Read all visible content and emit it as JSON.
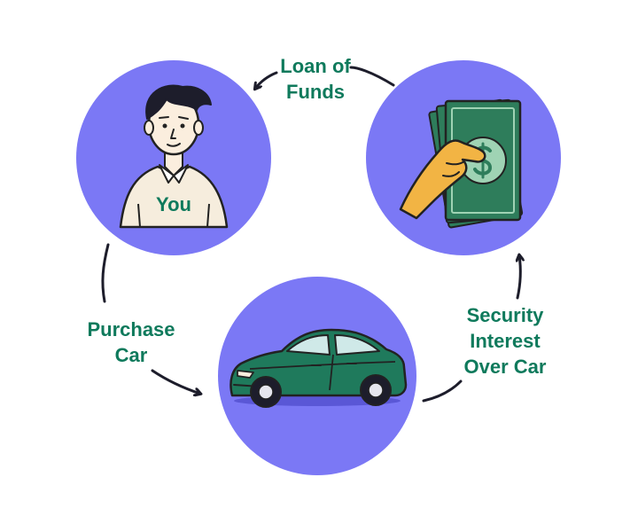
{
  "colors": {
    "circle": "#7b78f5",
    "label": "#0f7a5c",
    "arrow": "#1d1d2b",
    "money": "#2e7d5b",
    "money_light": "#9fd3b4",
    "hand": "#f2b444",
    "car": "#1f7a5c",
    "shirt": "#f6eddd",
    "skin": "#fbeede"
  },
  "nodes": {
    "you": {
      "label": "You",
      "icon": "person-icon"
    },
    "lender": {
      "icon": "hand-with-money-icon"
    },
    "car": {
      "icon": "car-icon"
    }
  },
  "edges": {
    "loan": {
      "line1": "Loan of",
      "line2": "Funds"
    },
    "purchase": {
      "line1": "Purchase",
      "line2": "Car"
    },
    "security": {
      "line1": "Security",
      "line2": "Interest",
      "line3": "Over Car"
    }
  }
}
